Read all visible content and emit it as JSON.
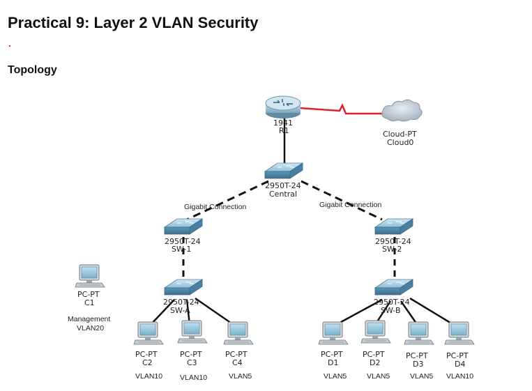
{
  "document": {
    "title": "Practical 9: Layer 2 VLAN Security",
    "section_heading": "Topology"
  },
  "topology": {
    "router": {
      "model": "1941",
      "name": "R1"
    },
    "cloud": {
      "model": "Cloud-PT",
      "name": "Cloud0"
    },
    "central_switch": {
      "model": "2950T-24",
      "name": "Central"
    },
    "trunk_left_label": "Gigabit Connection",
    "trunk_right_label": "Gigabit Connection",
    "sw1": {
      "model": "2950T-24",
      "name": "SW-1"
    },
    "sw2": {
      "model": "2950T-24",
      "name": "SW-2"
    },
    "swa": {
      "model": "2950T-24",
      "name": "SW-A"
    },
    "swb": {
      "model": "2950T-24",
      "name": "SW-B"
    },
    "hosts": [
      {
        "model": "PC-PT",
        "name": "C1",
        "extra": "Management",
        "vlan": "VLAN20"
      },
      {
        "model": "PC-PT",
        "name": "C2",
        "vlan": "VLAN10"
      },
      {
        "model": "PC-PT",
        "name": "C3",
        "vlan": "VLAN10"
      },
      {
        "model": "PC-PT",
        "name": "C4",
        "vlan": "VLAN5"
      },
      {
        "model": "PC-PT",
        "name": "D1",
        "vlan": "VLAN5"
      },
      {
        "model": "PC-PT",
        "name": "D2",
        "vlan": "VLAN5"
      },
      {
        "model": "PC-PT",
        "name": "D3",
        "vlan": "VLAN5"
      },
      {
        "model": "PC-PT",
        "name": "D4",
        "vlan": "VLAN10"
      }
    ],
    "colors": {
      "wan_link": "#e0202a",
      "link": "#111111",
      "device": "#5a93b4",
      "device_top": "#a9cfe3"
    }
  }
}
